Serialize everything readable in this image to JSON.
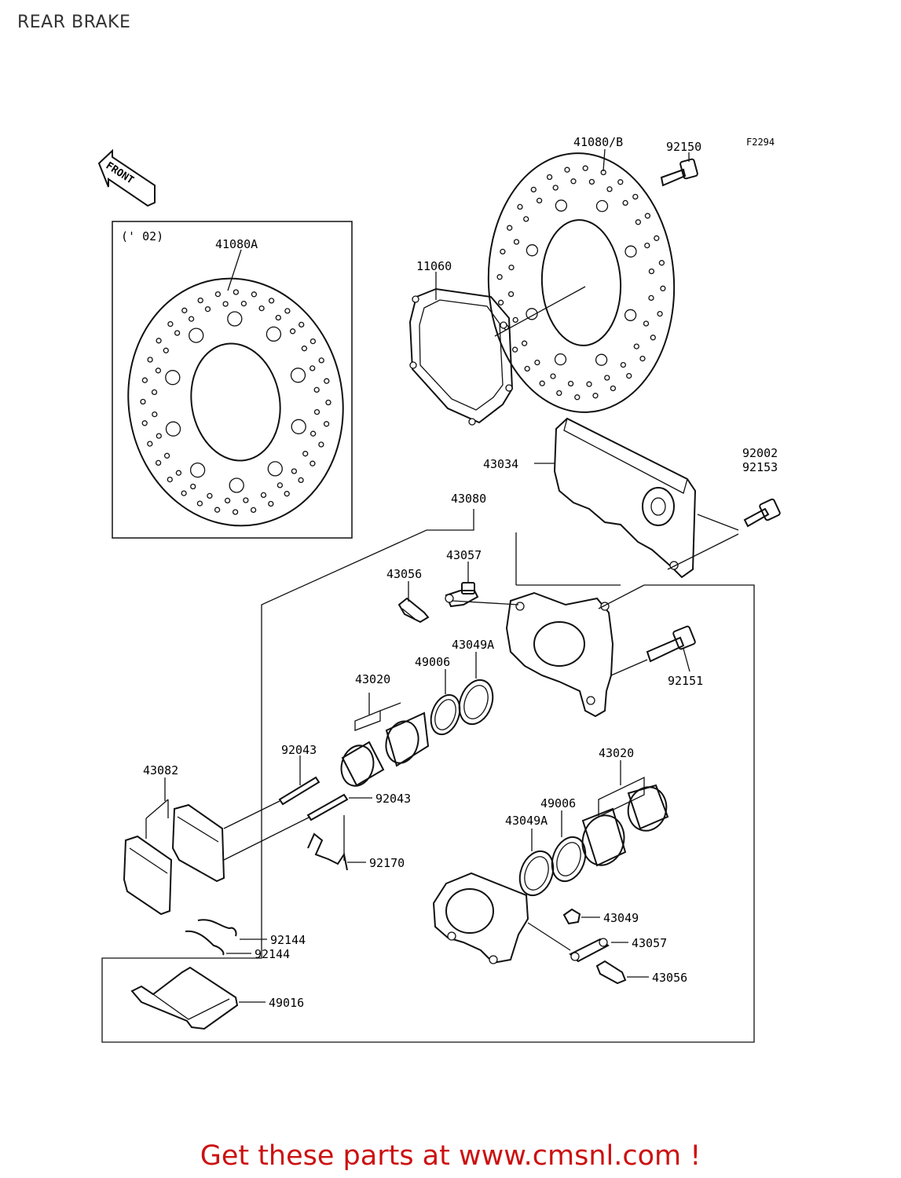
{
  "page": {
    "title": "REAR BRAKE"
  },
  "diagram": {
    "figure_code": "F2294",
    "direction_marker": "FRONT",
    "inset_note": "(' 02)",
    "labels": {
      "disc_inset": "41080A",
      "disc_main": "41080/B",
      "disc_bolt": "92150",
      "gasket": "11060",
      "caliper_bracket": "43034",
      "bracket_bolt_a": "92002",
      "bracket_bolt_b": "92153",
      "caliper_assy": "43080",
      "bleeder_upper": "43056",
      "bleed_cap_upper": "43057",
      "seal_dust_upper": "43049A",
      "seal_piston_upper": "49006",
      "piston_upper": "43020",
      "caliper_bolt": "92151",
      "pad_pin_1": "92043",
      "pad_pin_2": "92043",
      "pads": "43082",
      "pad_spring": "92170",
      "piston_lower": "43020",
      "seal_piston_lower": "49006",
      "seal_dust_lower": "43049A",
      "boot_lower": "43049",
      "bleed_cap_lower": "43057",
      "bleeder_lower": "43056",
      "clip_1": "92144",
      "clip_2": "92144",
      "pad_shim": "49016"
    }
  },
  "footer": {
    "text": "Get these parts at www.cmsnl.com !",
    "color": "#cc1111"
  }
}
